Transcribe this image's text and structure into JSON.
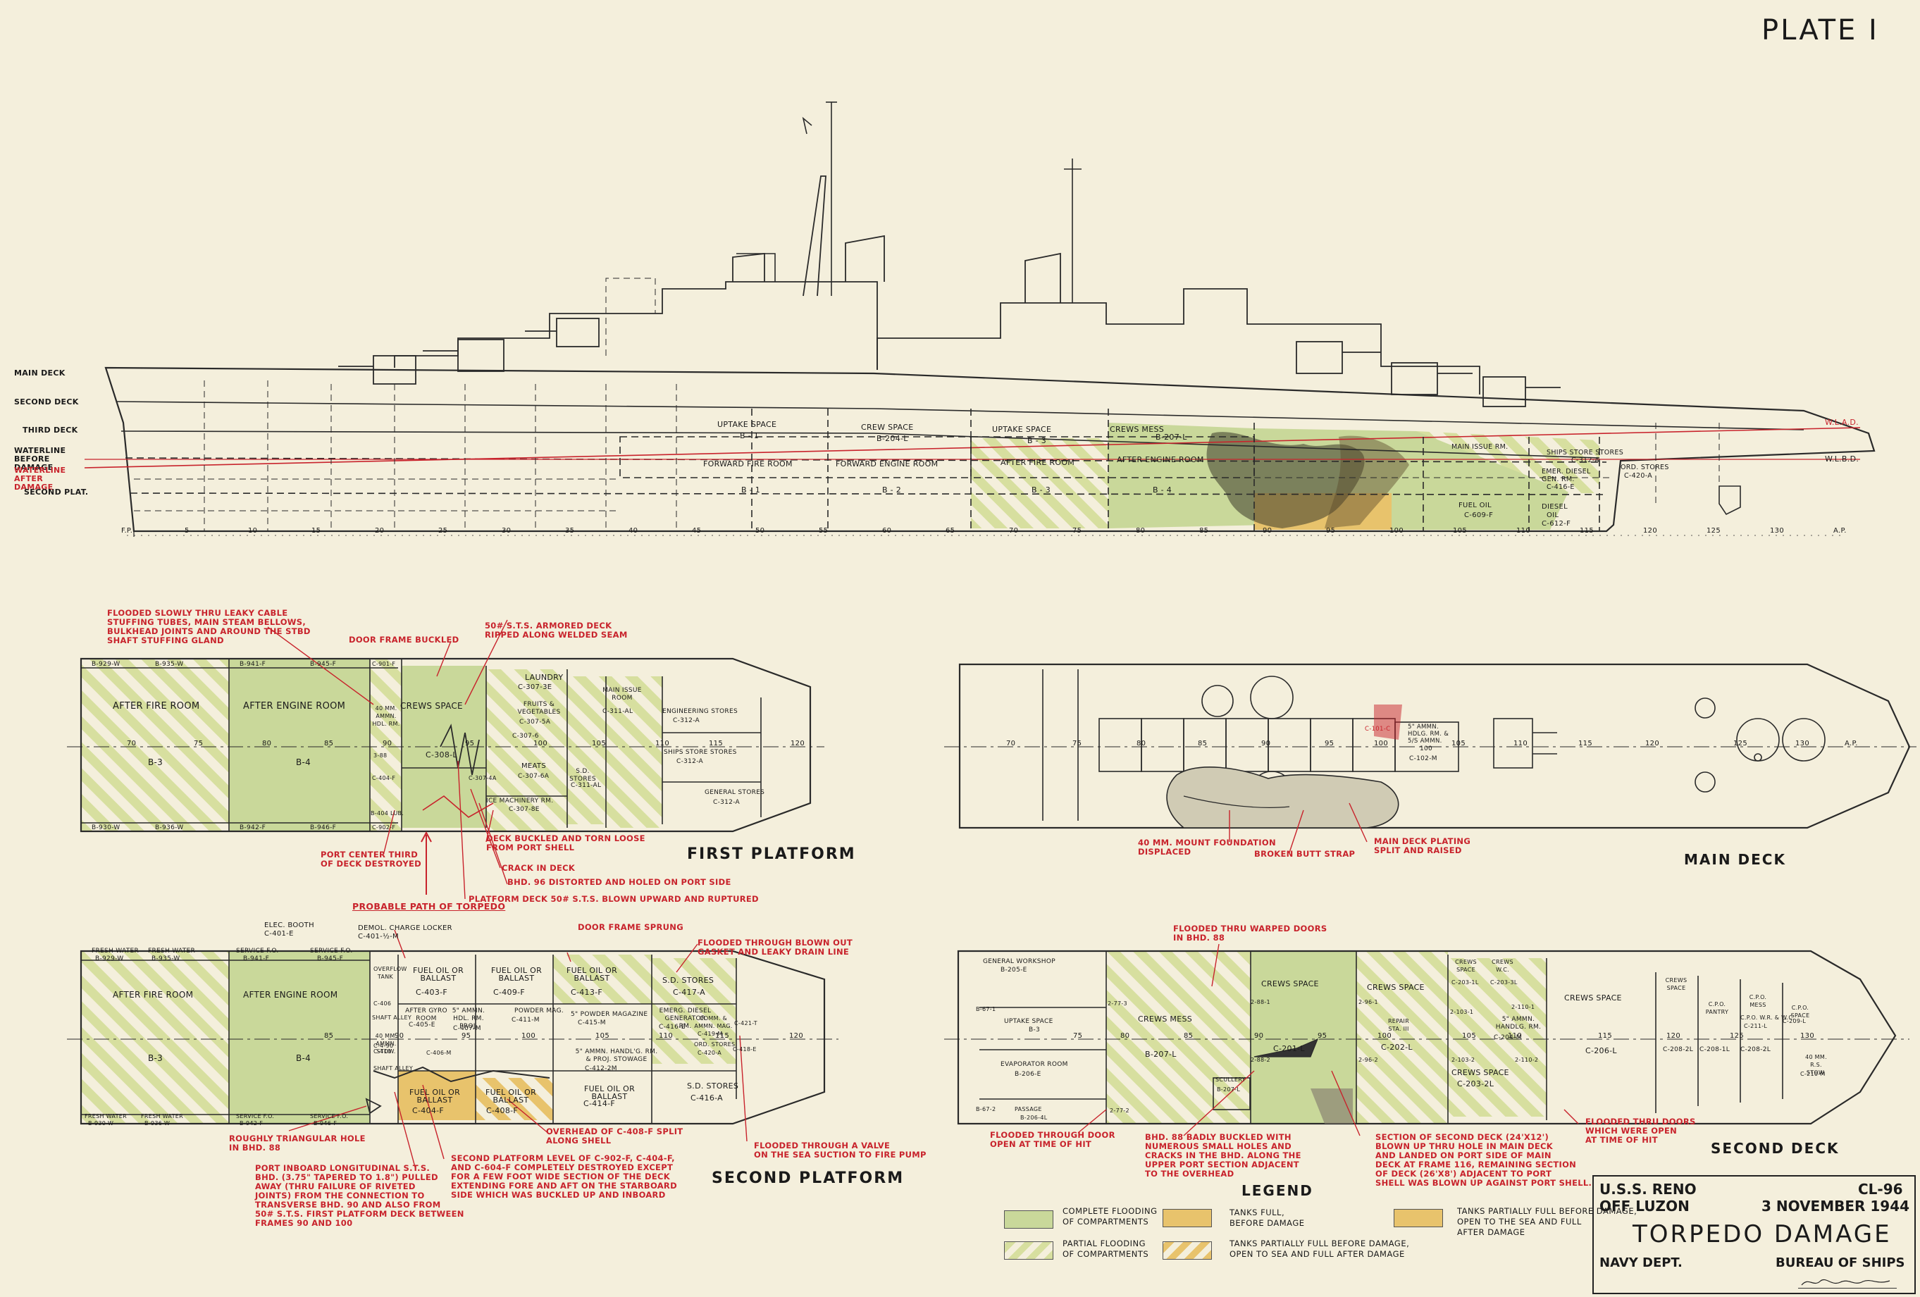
{
  "plate": "PLATE I",
  "colors": {
    "full": "#c9d89a",
    "partial": "#e2e6bd",
    "tank": "#e8c36c",
    "line": "#2a2a2a",
    "red": "#c8232c",
    "paper": "#f4efdc"
  },
  "profile": {
    "deck_labels": [
      "MAIN DECK",
      "SECOND DECK",
      "THIRD DECK",
      "WATERLINE BEFORE DAMAGE",
      "WATERLINE AFTER DAMAGE",
      "SECOND PLAT."
    ],
    "wl_labels": [
      "W.L.A.D.",
      "W.L.B.D."
    ],
    "frames": [
      "F.P.",
      "5",
      "10",
      "15",
      "20",
      "25",
      "30",
      "35",
      "40",
      "45",
      "50",
      "55",
      "60",
      "65",
      "70",
      "75",
      "80",
      "85",
      "90",
      "95",
      "100",
      "105",
      "110",
      "115",
      "120",
      "125",
      "130",
      "A.P."
    ],
    "spaces": [
      {
        "t": "UPTAKE SPACE",
        "s": "B - 1"
      },
      {
        "t": "CREW SPACE",
        "s": "B-204-L"
      },
      {
        "t": "UPTAKE SPACE",
        "s": "B - 3"
      },
      {
        "t": "CREWS MESS",
        "s": "B-207-L"
      }
    ],
    "rooms": [
      "FORWARD FIRE ROOM",
      "FORWARD ENGINE ROOM",
      "AFTER FIRE ROOM",
      "AFTER ENGINE ROOM"
    ],
    "room_codes": [
      "B - 1",
      "B - 2",
      "B - 3",
      "B - 4"
    ],
    "aft": [
      "MAIN ISSUE RM.",
      "SHIPS STORE STORES",
      "C-312-A",
      "ORD. STORES",
      "C-420-A",
      "EMER. DIESEL",
      "GEN. RM.",
      "C-416-E",
      "FUEL OIL",
      "C-609-F",
      "DIESEL",
      "OIL",
      "C-612-F"
    ]
  },
  "first_platform": {
    "title": "FIRST PLATFORM",
    "cells": [
      "B-929-W",
      "B-935-W",
      "B-941-F",
      "B-945-F",
      "C-901-F",
      "AFTER FIRE ROOM",
      "AFTER ENGINE ROOM",
      "B-3",
      "B-4",
      "CREWS SPACE",
      "C-308-L",
      "LAUNDRY",
      "C-307-3E",
      "FRUITS & VEGETABLES",
      "C-307-5A",
      "MEATS",
      "C-307-6A",
      "C-307-6",
      "ICE MACHINERY RM.",
      "C-307-8E",
      "S.D. STORES",
      "C-311-AL",
      "MAIN ISSUE ROOM",
      "C-311-AL",
      "ENGINEERING STORES",
      "C-312-A",
      "SHIPS STORE STORES",
      "C-312-A",
      "GENERAL STORES",
      "C-312-A",
      "B-930-W",
      "B-936-W",
      "B-942-F",
      "B-946-F",
      "C-902-F",
      "40 MM. AMMN. HDL. RM.",
      "C-404-F",
      "3-88",
      "C-307-4A",
      "B-404 LUB."
    ],
    "frames": [
      "70",
      "75",
      "80",
      "85",
      "90",
      "95",
      "100",
      "105",
      "110",
      "115",
      "120"
    ],
    "notes": [
      "FLOODED SLOWLY THRU LEAKY CABLE\nSTUFFING TUBES, MAIN STEAM BELLOWS,\nBULKHEAD JOINTS AND AROUND THE STBD\nSHAFT STUFFING GLAND",
      "DOOR FRAME BUCKLED",
      "50# S.T.S. ARMORED DECK\nRIPPED ALONG WELDED SEAM",
      "PORT CENTER THIRD\nOF DECK DESTROYED",
      "DECK BUCKLED AND TORN LOOSE\nFROM PORT SHELL",
      "CRACK IN DECK",
      "BHD. 96 DISTORTED AND HOLED ON PORT SIDE",
      "PLATFORM DECK 50# S.T.S. BLOWN UPWARD AND RUPTURED",
      "PROBABLE PATH OF TORPEDO"
    ]
  },
  "main_deck": {
    "title": "MAIN DECK",
    "frames": [
      "70",
      "75",
      "80",
      "85",
      "90",
      "95",
      "100",
      "105",
      "110",
      "115",
      "120",
      "125",
      "130",
      "A.P."
    ],
    "cells": [
      "C-101-C",
      "5\" AMMN. HDLG. RM. & 5/S AMMN.",
      "C-102-M",
      "100"
    ],
    "notes": [
      "40 MM. MOUNT FOUNDATION\nDISPLACED",
      "BROKEN BUTT STRAP",
      "MAIN DECK PLATING\nSPLIT AND RAISED"
    ]
  },
  "second_platform": {
    "title": "SECOND PLATFORM",
    "cells": [
      "FRESH WATER",
      "B-929-W",
      "FRESH WATER",
      "B-935-W",
      "SERVICE F.O.",
      "B-941-F",
      "SERVICE F.O.",
      "B-945-F",
      "AFTER FIRE ROOM",
      "AFTER ENGINE ROOM",
      "B-3",
      "B-4",
      "FUEL OIL OR BALLAST",
      "C-403-F",
      "FUEL OIL OR BALLAST",
      "C-409-F",
      "FUEL OIL OR BALLAST",
      "C-413-F",
      "S.D. STORES",
      "C-417-A",
      "AFTER GYRO ROOM",
      "C-405-E",
      "5\" AMMN. HDL. RM. PROJ.",
      "C-407-M",
      "POWDER MAG.",
      "C-411-M",
      "5\" POWDER MAGAZINE",
      "C-415-M",
      "EMERG. DIESEL GENERATOR RM.",
      "C-416-E",
      "5\" AMMN. HANDL'G. RM. & PROJ. STOWAGE",
      "C-412-2M",
      "COMM. & AMMN. MAG.",
      "C-419-M",
      "ORD. STORES",
      "C-420-A",
      "C-421-T",
      "C-418-E",
      "FUEL OIL OR BALLAST",
      "C-404-F",
      "FUEL OIL OR BALLAST",
      "C-408-F",
      "FUEL OIL OR BALLAST",
      "C-414-F",
      "S.D. STORES",
      "C-416-A",
      "FRESH WATER",
      "B-930-W",
      "FRESH WATER",
      "B-936-W",
      "SERVICE F.O.",
      "B-942-F",
      "SERVICE F.O.",
      "B-946-F",
      "OVERFLOW TANK",
      "C-406",
      "SHAFT ALLEY",
      "40 MM. AMMN. STOW.",
      "C-4-90",
      "C-410",
      "C-406-M",
      "SHAFT ALLEY"
    ],
    "frames": [
      "85",
      "90",
      "95",
      "100",
      "105",
      "110",
      "115",
      "120"
    ],
    "notes": [
      "ELEC. BOOTH\nC-401-E",
      "DEMOL. CHARGE LOCKER\nC-401-½-M",
      "DOOR FRAME SPRUNG",
      "FLOODED THROUGH BLOWN OUT\nGASKET AND LEAKY DRAIN LINE",
      "OVERHEAD OF C-408-F SPLIT\nALONG SHELL",
      "FLOODED THROUGH A VALVE\nON THE SEA SUCTION TO FIRE PUMP",
      "ROUGHLY TRIANGULAR HOLE\nIN BHD. 88",
      "PORT INBOARD LONGITUDINAL S.T.S.\nBHD. (3.75\" TAPERED TO 1.8\") PULLED\nAWAY (THRU FAILURE OF RIVETED\nJOINTS) FROM THE CONNECTION TO\nTRANSVERSE BHD. 90 AND ALSO FROM\n50# S.T.S. FIRST PLATFORM DECK BETWEEN\nFRAMES 90 AND 100",
      "SECOND PLATFORM LEVEL OF C-902-F, C-404-F,\nAND C-604-F COMPLETELY DESTROYED EXCEPT\nFOR A FEW FOOT WIDE SECTION OF THE DECK\nEXTENDING FORE AND AFT ON THE STARBOARD\nSIDE WHICH WAS BUCKLED UP AND INBOARD"
    ]
  },
  "second_deck": {
    "title": "SECOND DECK",
    "cells": [
      "GENERAL WORKSHOP",
      "B-205-E",
      "UPTAKE SPACE",
      "B-3",
      "EVAPORATOR ROOM",
      "B-206-E",
      "PASSAGE",
      "B-206-4L",
      "CREWS MESS",
      "B-207-L",
      "CREWS SPACE",
      "C-201-L",
      "CREWS SPACE",
      "C-202-L",
      "SCULLERY",
      "B-207-L",
      "REPAIR STA. III",
      "CREWS SPACE",
      "C-203-1L",
      "CREWS W.C.",
      "C-203-3L",
      "5\" AMMN. HANDLG. RM.",
      "C-204-M",
      "CREWS SPACE",
      "C-203-2L",
      "CREWS SPACE",
      "C-206-L",
      "CREWS SPACE",
      "C-208-2L",
      "C.P.O. PANTRY",
      "C-208-1L",
      "C.P.O. MESS",
      "C-208-2L",
      "C.P.O. SPACE",
      "C-209-L",
      "C.P.O. W.R. & W.C.",
      "C-211-L",
      "40 MM. R.S. STOW.",
      "C-210-M",
      "B-67-1",
      "B-67-2",
      "2-77-3",
      "2-77-2",
      "2-88-1",
      "2-88-2",
      "2-96-1",
      "2-96-2",
      "2-103-1",
      "2-103-2",
      "2-110-1",
      "2-110-2"
    ],
    "frames": [
      "75",
      "80",
      "85",
      "90",
      "95",
      "100",
      "105",
      "110",
      "115",
      "120",
      "125",
      "130"
    ],
    "notes": [
      "FLOODED THRU WARPED DOORS\nIN BHD. 88",
      "FLOODED THROUGH DOOR\nOPEN AT TIME OF HIT",
      "BHD. 88 BADLY BUCKLED WITH\nNUMEROUS SMALL HOLES AND\nCRACKS IN THE BHD. ALONG THE\nUPPER PORT SECTION ADJACENT\nTO THE OVERHEAD",
      "SECTION OF SECOND DECK (24'X12')\nBLOWN UP THRU HOLE IN MAIN DECK\nAND LANDED ON PORT SIDE OF MAIN\nDECK AT FRAME 116, REMAINING SECTION\nOF DECK (26'X8') ADJACENT TO PORT\nSHELL WAS BLOWN UP AGAINST PORT SHELL.",
      "FLOODED THRU DOORS\nWHICH WERE OPEN\nAT TIME OF HIT"
    ]
  },
  "legend": {
    "title": "LEGEND",
    "items": [
      "COMPLETE FLOODING\nOF COMPARTMENTS",
      "TANKS FULL,\nBEFORE DAMAGE",
      "TANKS PARTIALLY FULL BEFORE DAMAGE,\nOPEN TO THE SEA AND FULL\nAFTER DAMAGE",
      "PARTIAL FLOODING\nOF COMPARTMENTS",
      "TANKS PARTIALLY FULL BEFORE DAMAGE,\nOPEN TO SEA AND FULL AFTER DAMAGE"
    ]
  },
  "title_block": {
    "ship": "U.S.S. RENO",
    "where": "OFF LUZON",
    "hull": "CL-96",
    "date": "3 NOVEMBER 1944",
    "title": "TORPEDO DAMAGE",
    "left": "NAVY DEPT.",
    "right": "BUREAU OF SHIPS"
  }
}
